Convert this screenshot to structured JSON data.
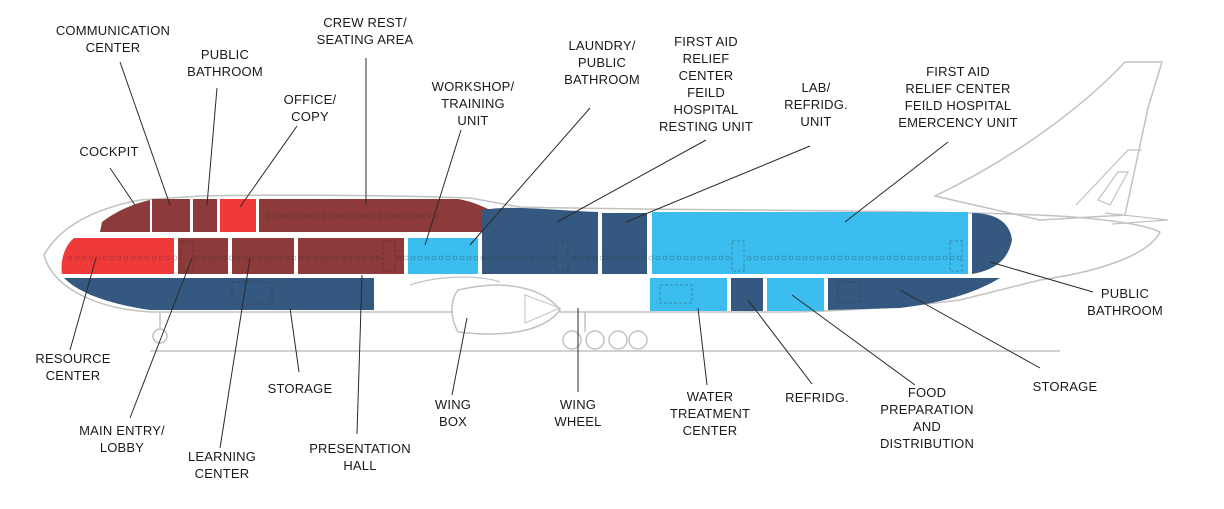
{
  "colors": {
    "dark_red": "#8c3a3a",
    "bright_red": "#f03a3a",
    "dark_blue": "#34587f",
    "light_blue": "#3bbdf0",
    "outline": "#c2c2c2",
    "leader": "#2a2a2a"
  },
  "labels": {
    "communication_center": "COMMUNICATION\nCENTER",
    "public_bathroom_top": "PUBLIC\nBATHROOM",
    "crew_rest": "CREW REST/\nSEATING AREA",
    "office_copy": "OFFICE/\nCOPY",
    "cockpit": "COCKPIT",
    "workshop": "WORKSHOP/\nTRAINING\nUNIT",
    "laundry": "LAUNDRY/\nPUBLIC\nBATHROOM",
    "first_aid_resting": "FIRST AID\nRELIEF\nCENTER\nFEILD\nHOSPITAL\nRESTING UNIT",
    "lab": "LAB/\nREFRIDG.\nUNIT",
    "first_aid_emergency": "FIRST AID\nRELIEF CENTER\nFEILD HOSPITAL\nEMERCENCY UNIT",
    "resource_center": "RESOURCE\nCENTER",
    "main_entry": "MAIN ENTRY/\nLOBBY",
    "learning_center": "LEARNING\nCENTER",
    "storage_left": "STORAGE",
    "presentation_hall": "PRESENTATION\nHALL",
    "wing_box": "WING\nBOX",
    "wing_wheel": "WING\nWHEEL",
    "water_treatment": "WATER\nTREATMENT\nCENTER",
    "refridg": "REFRIDG.",
    "food_prep": "FOOD\nPREPARATION\nAND\nDISTRIBUTION",
    "storage_right": "STORAGE",
    "public_bathroom_right": "PUBLIC\nBATHROOM"
  }
}
